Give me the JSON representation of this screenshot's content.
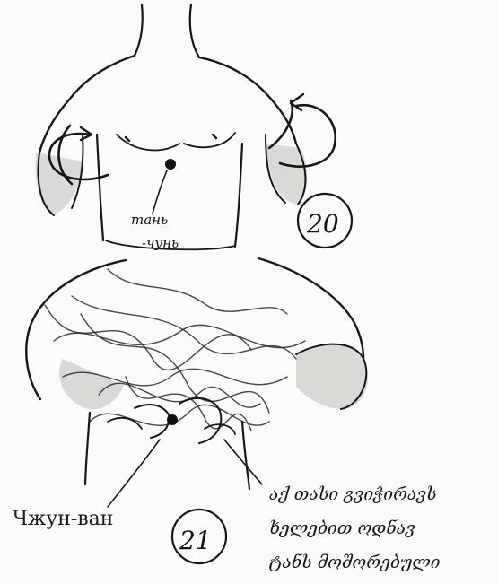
{
  "annotations": {
    "tan_chun": [
      "тань",
      "-чунь"
    ],
    "step_20": "20",
    "step_21": "21",
    "zhun_van": "Чжун-ван",
    "note_lines": [
      "აქ თასი გვიჭირავს",
      "ხელებით ოდნავ",
      "ტანს მოშორებული"
    ]
  },
  "colors": {
    "ink": "#161616",
    "paper": "#fbfbf9",
    "shade": "#d9d9d6"
  }
}
